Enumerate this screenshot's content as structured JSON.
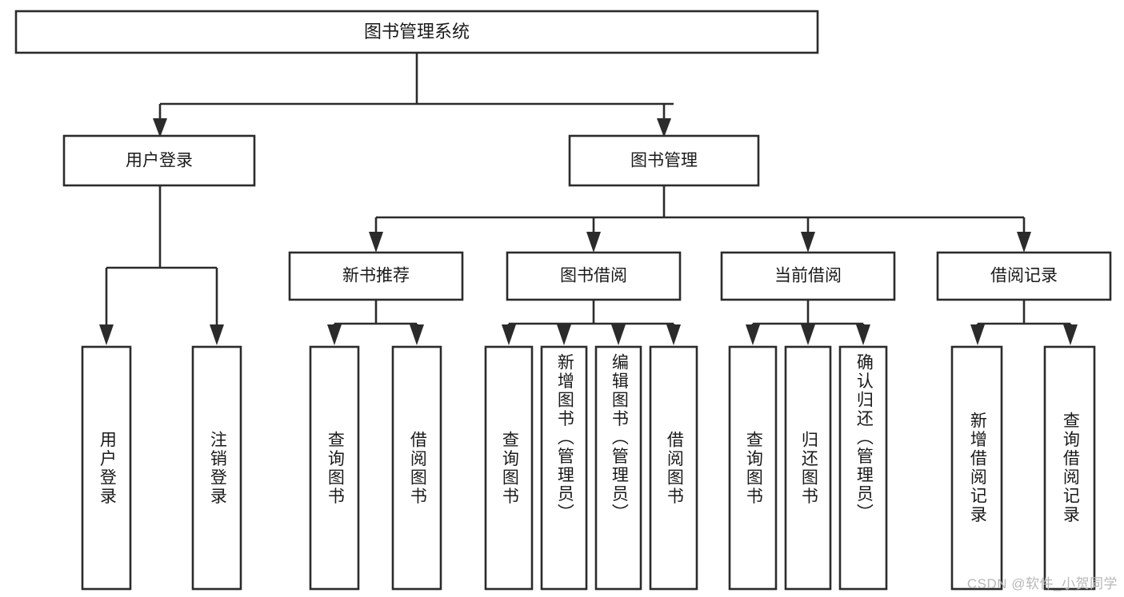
{
  "diagram": {
    "type": "tree-hierarchy",
    "orientation": "top-down",
    "title": "图书管理系统",
    "watermark": "CSDN @软件_小贺同学",
    "colors": {
      "stroke": "#2b2b2b",
      "fill": "#ffffff",
      "text": "#1a1a1a",
      "watermark": "#b8b8b8",
      "background": "#ffffff"
    },
    "root": {
      "label": "图书管理系统",
      "level": 1
    },
    "level2": [
      {
        "label": "用户登录"
      },
      {
        "label": "图书管理"
      }
    ],
    "level3": [
      {
        "label": "新书推荐"
      },
      {
        "label": "图书借阅"
      },
      {
        "label": "当前借阅"
      },
      {
        "label": "借阅记录"
      }
    ],
    "leaves": {
      "user_login": [
        {
          "label": "用户登录"
        },
        {
          "label": "注销登录"
        }
      ],
      "new_book_recommend": [
        {
          "label": "查询图书"
        },
        {
          "label": "借阅图书"
        }
      ],
      "book_borrow": [
        {
          "label": "查询图书"
        },
        {
          "label": "新增图书（管理员）"
        },
        {
          "label": "编辑图书（管理员）"
        },
        {
          "label": "借阅图书"
        }
      ],
      "current_borrow": [
        {
          "label": "查询图书"
        },
        {
          "label": "归还图书"
        },
        {
          "label": "确认归还（管理员）"
        }
      ],
      "borrow_record": [
        {
          "label": "新增借阅记录"
        },
        {
          "label": "查询借阅记录"
        }
      ]
    }
  }
}
